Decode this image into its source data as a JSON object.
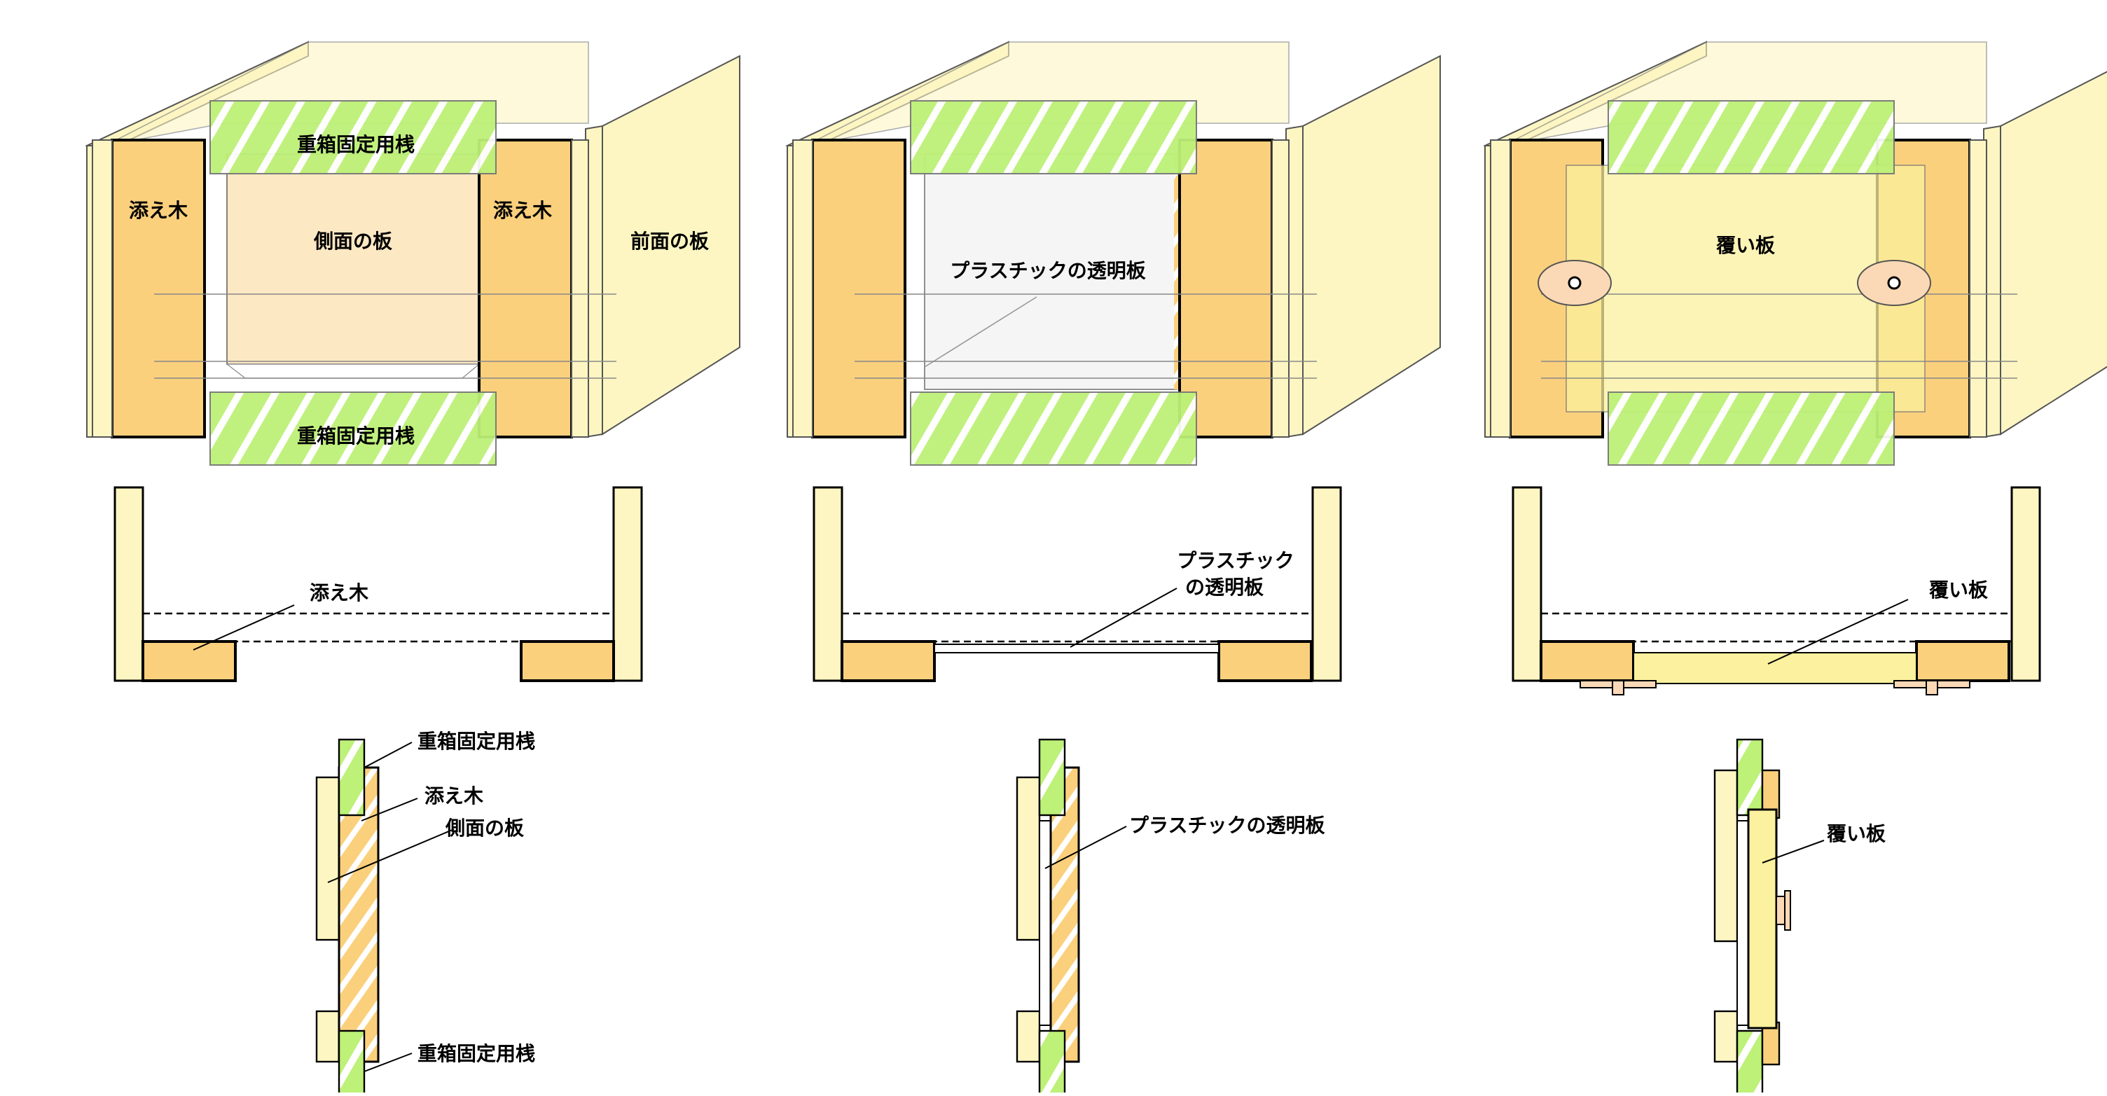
{
  "labels": {
    "batten": "重箱固定用桟",
    "splint": "添え木",
    "side_board": "側面の板",
    "front_board": "前面の板",
    "plastic_oneline": "プラスチックの透明板",
    "plastic_line1": "プラスチック",
    "plastic_line2": "の透明板",
    "cover_board": "覆い板"
  },
  "colors": {
    "wood_light": "#fdf6c3",
    "wood_dark": "#fbd07d",
    "side_board": "#fde8c4",
    "batten_green": "#bdf178",
    "cover": "#fbf19e",
    "knob": "#fbd9b6",
    "outline": "#000000"
  },
  "panels": [
    "side-board-view",
    "plastic-panel-view",
    "cover-board-view"
  ]
}
